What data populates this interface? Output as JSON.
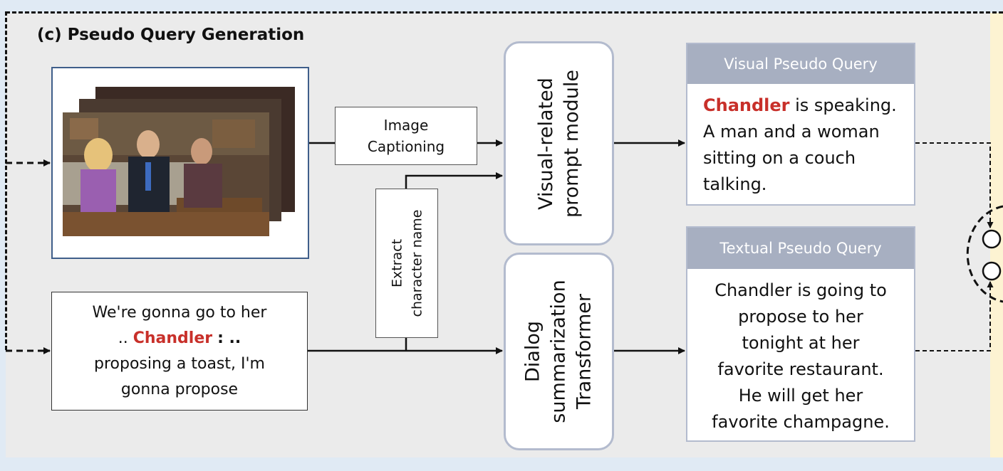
{
  "panel": {
    "title": "(c) Pseudo Query Generation"
  },
  "video_frames": {
    "description_icon": "tv-scene-frames"
  },
  "dialog": {
    "line1": "We're gonna go to her",
    "line2_prefix": "..",
    "line2_speaker": "Chandler",
    "line2_suffix": ": ..",
    "line3": "proposing a toast, I'm",
    "line4": "gonna propose"
  },
  "image_captioning": {
    "line1": "Image",
    "line2": "Captioning"
  },
  "extract": {
    "line1": "Extract",
    "line2": "character name"
  },
  "visual_module": {
    "line1": "Visual-related",
    "line2": "prompt module"
  },
  "dialog_module": {
    "line1": "Dialog",
    "line2": "summarization",
    "line3": "Transformer"
  },
  "visual_query": {
    "header": "Visual Pseudo Query",
    "name": "Chandler",
    "line1_rest": " is speaking.",
    "line2": "A man and a woman",
    "line3": "sitting on a couch",
    "line4": "talking."
  },
  "textual_query": {
    "header": "Textual Pseudo Query",
    "line1": "Chandler is going to",
    "line2": "propose to her",
    "line3": "tonight at her",
    "line4": "favorite restaurant.",
    "line5": "He will get her",
    "line6": "favorite champagne."
  },
  "colors": {
    "highlight_name": "#c8302a",
    "card_header": "#a7afc1",
    "module_border": "#b3bbce",
    "image_border": "#3f5e8a",
    "panel_background": "#ebebeb"
  }
}
